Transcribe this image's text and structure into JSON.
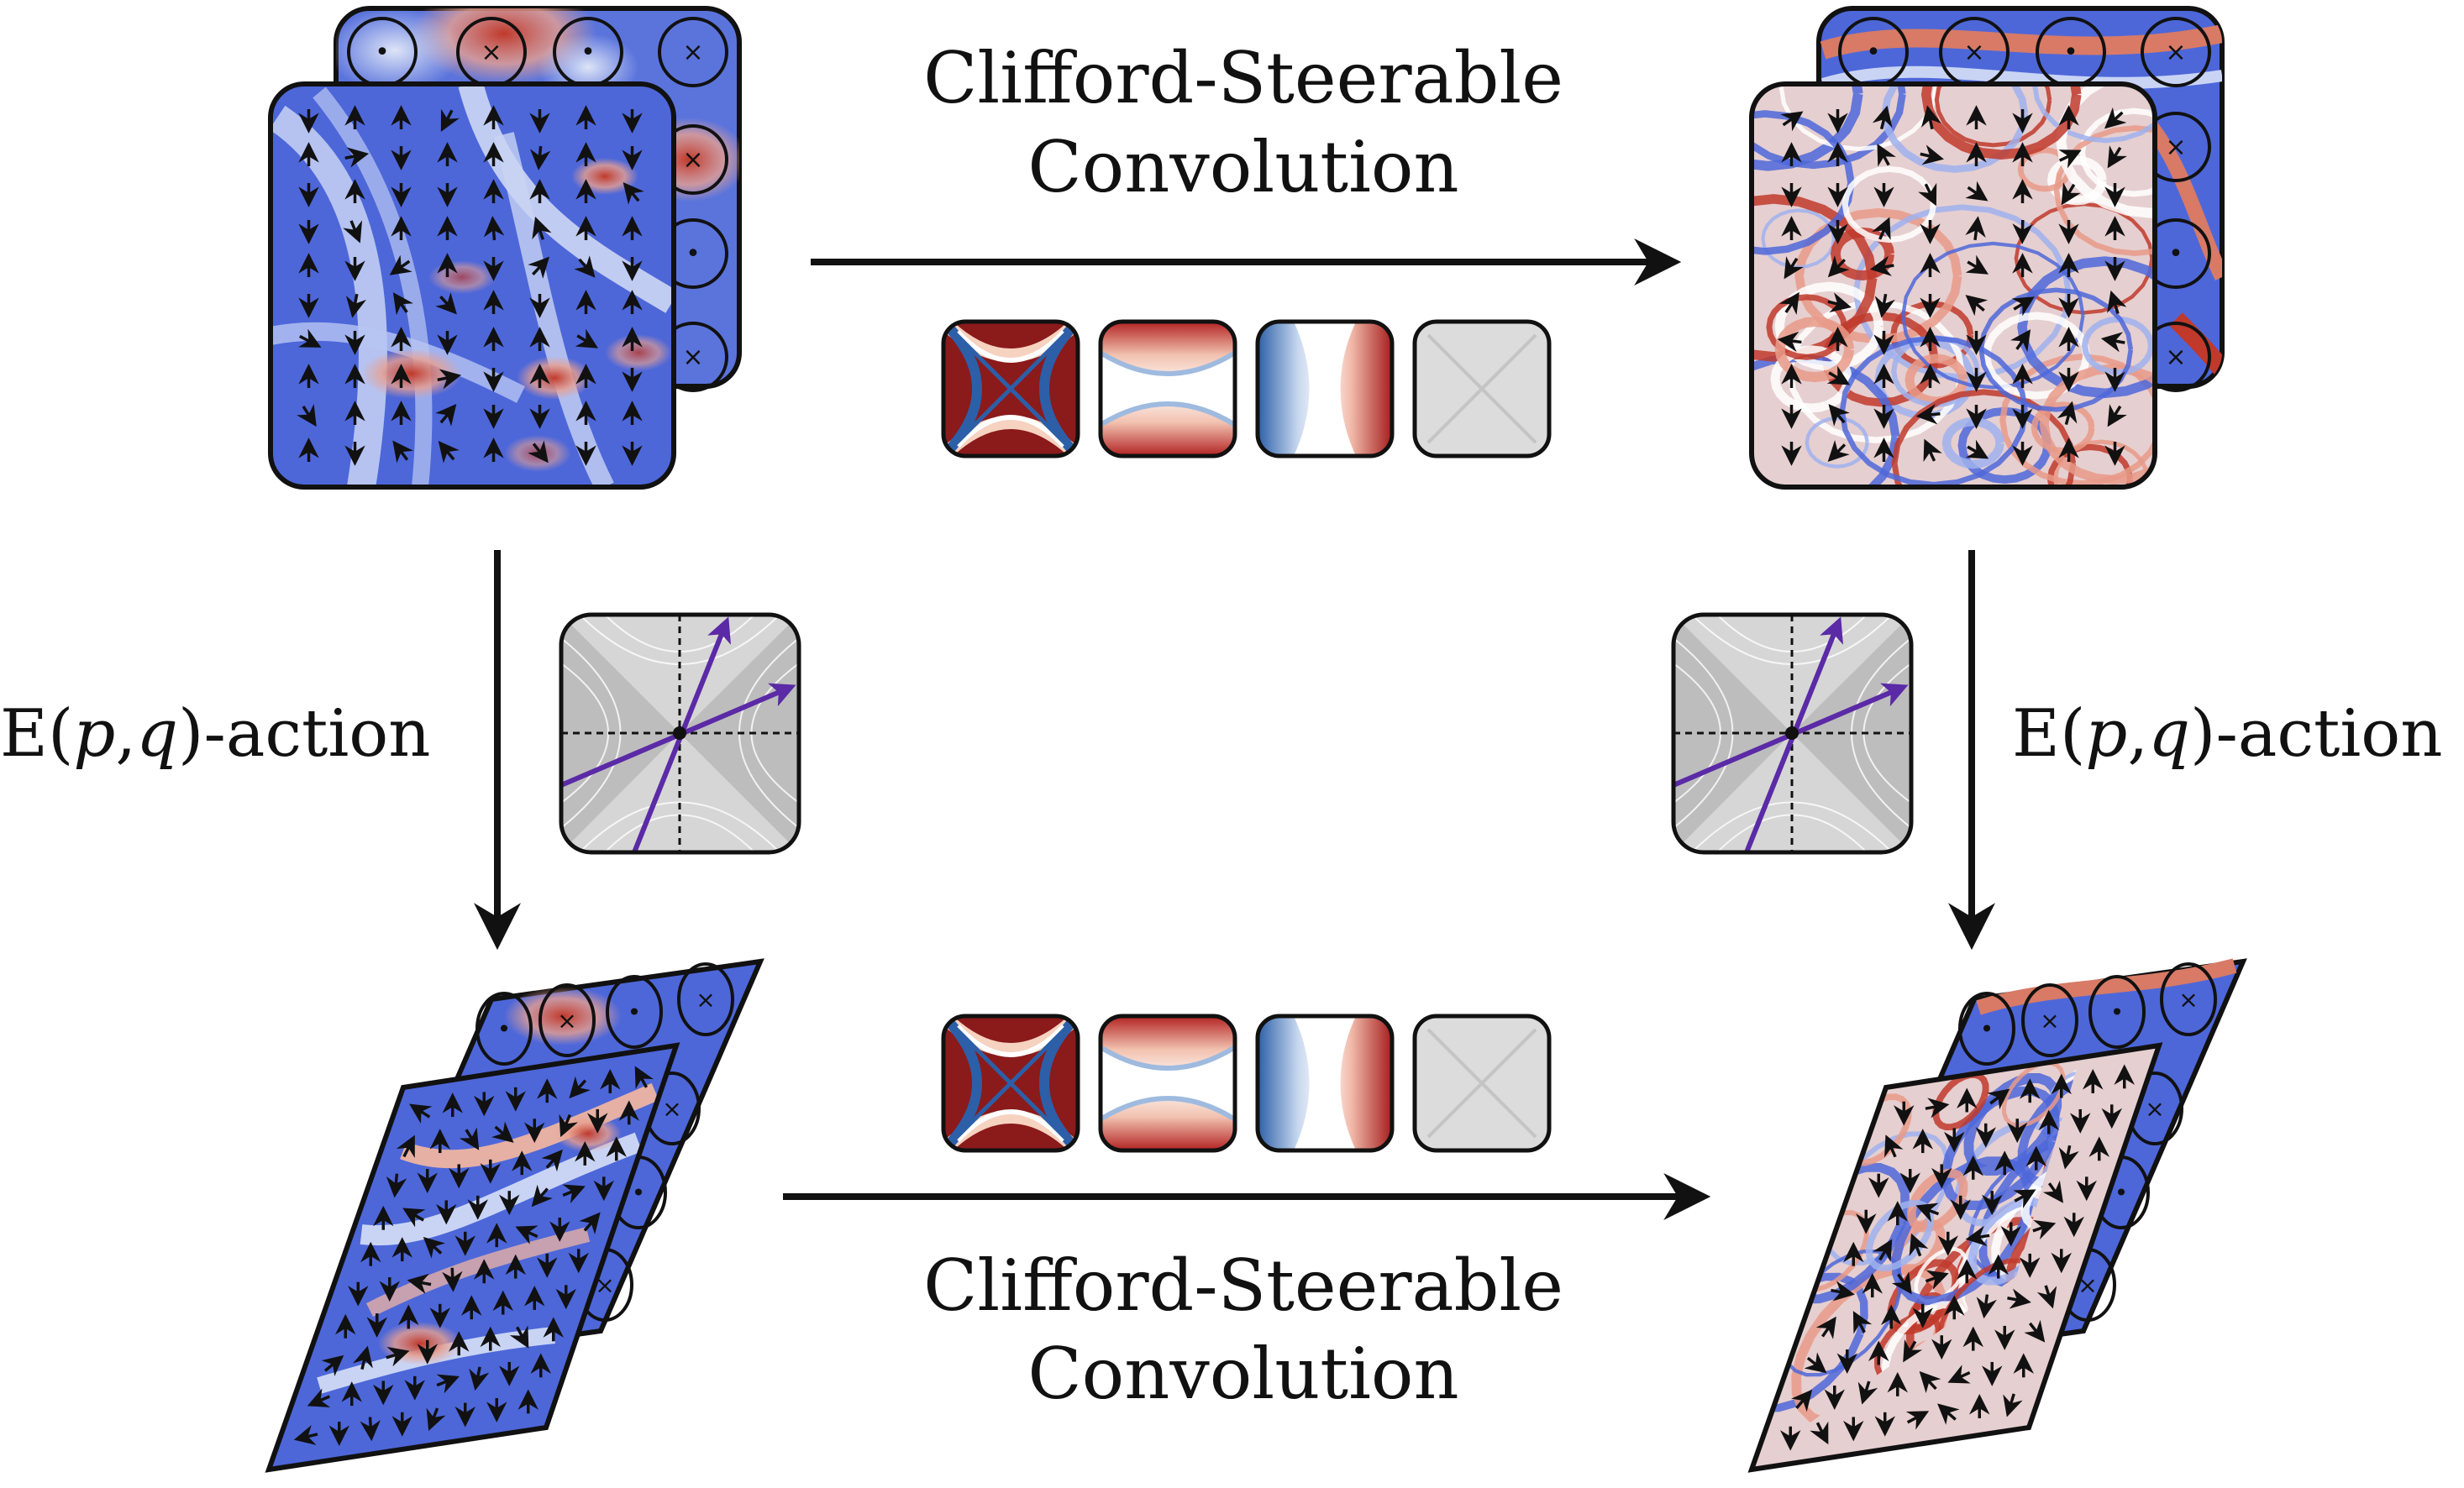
{
  "top_arrow": {
    "label_line1": "Clifford-Steerable",
    "label_line2": "Convolution"
  },
  "bottom_arrow": {
    "label_line1": "Clifford-Steerable",
    "label_line2": "Convolution"
  },
  "left_action": {
    "label_prefix": "E(",
    "label_p": "p",
    "label_comma": ",",
    "label_q": "q",
    "label_suffix": ")-action"
  },
  "right_action": {
    "label_prefix": "E(",
    "label_p": "p",
    "label_comma": ",",
    "label_q": "q",
    "label_suffix": ")-action"
  },
  "colors": {
    "field_blue": "#4a63d8",
    "field_light": "#c8d3f2",
    "field_red": "#c03a2e",
    "arrow": "#111111",
    "boost_arrow": "#5b2aa6",
    "panel_grey": "#d9d9d9"
  },
  "multivector_symbols": {
    "dot": "•",
    "cross": "×"
  }
}
